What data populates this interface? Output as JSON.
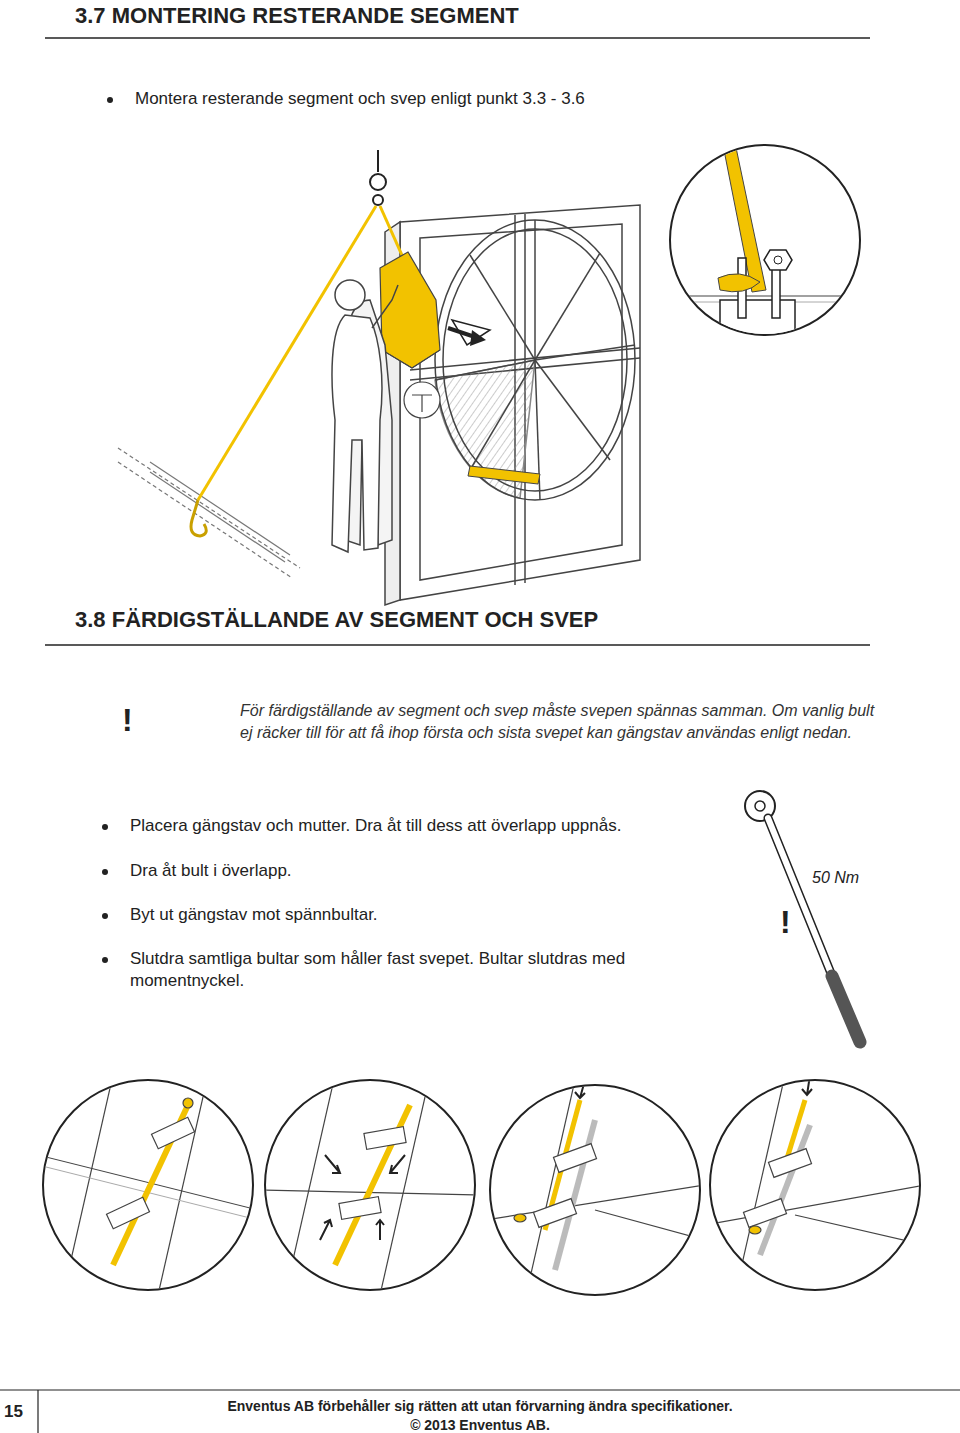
{
  "diagram": {
    "title": "3.7 MONTERING RESTERANDE SEGMENT",
    "labels": [
      "Montera resterande segment och svep enligt punkt 3.3 - 3.6",
      "3.8 FÄRDIGSTÄLLANDE AV SEGMENT OCH SVEP",
      "!",
      "För färdigställande av segment och svep måste svepen spännas samman. Om vanlig bult ej räcker till för att få ihop första och sista svepet kan gängstav användas enligt nedan.",
      "Placera gängstav och mutter. Dra åt till dess att överlapp uppnås.",
      "Dra åt bult i överlapp.",
      "Byt ut gängstav mot spännbultar.",
      "Slutdra samtliga bultar som håller fast svepet. Bultar slutdras med momentnyckel.",
      "50 Nm",
      "!",
      "15",
      "Enventus AB förbehåller sig rätten att utan förvarning ändra specifikationer.",
      "© 2013 Enventus AB."
    ]
  }
}
